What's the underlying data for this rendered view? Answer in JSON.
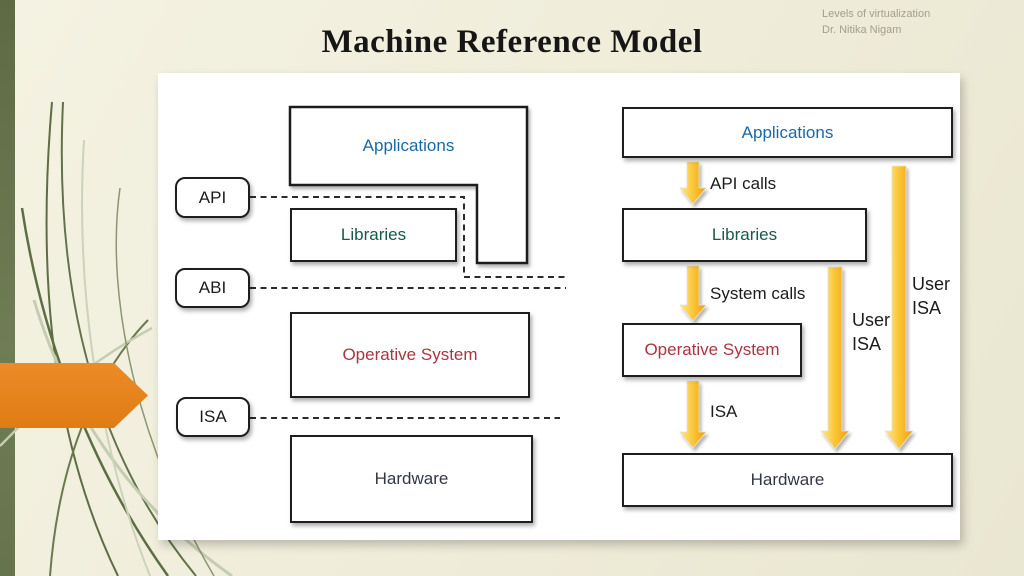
{
  "slide": {
    "title": "Machine Reference Model",
    "meta_line1": "Levels of virtualization",
    "meta_line2": "Dr. Nitika Nigam"
  },
  "left_diagram": {
    "applications": "Applications",
    "libraries": "Libraries",
    "operative_system": "Operative System",
    "hardware": "Hardware",
    "api_label": "API",
    "abi_label": "ABI",
    "isa_label": "ISA"
  },
  "right_diagram": {
    "applications": "Applications",
    "libraries": "Libraries",
    "operative_system": "Operative System",
    "hardware": "Hardware",
    "api_calls_label": "API calls",
    "system_calls_label": "System calls",
    "isa_label": "ISA",
    "user_isa_mid_line1": "User",
    "user_isa_mid_line2": "ISA",
    "user_isa_right_line1": "User",
    "user_isa_right_line2": "ISA"
  },
  "colors": {
    "accent_orange": "#e8821e",
    "sidebar_green": "#6d7b52",
    "background_beige": "#efecd9",
    "arrow_gold_light": "#ffe98c",
    "arrow_gold_dark": "#efa008",
    "applications_text": "#1a68a5",
    "libraries_text": "#17594a",
    "operative_system_text": "#aa3540",
    "hardware_text": "#333845"
  }
}
